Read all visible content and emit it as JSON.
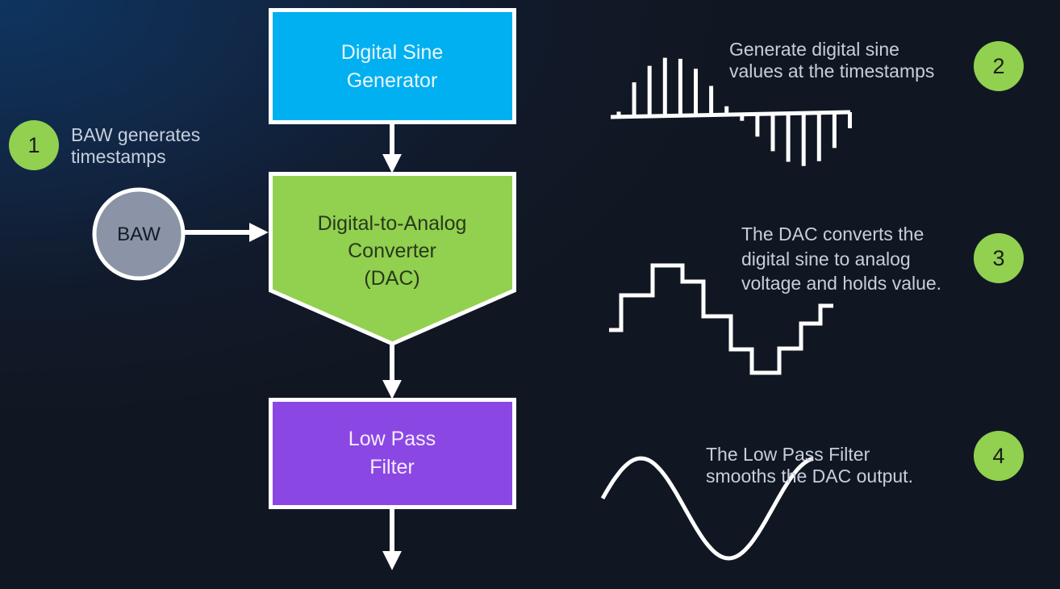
{
  "colors": {
    "sine_generator": "#00b0f0",
    "dac": "#92d050",
    "low_pass_filter": "#8b47e3",
    "baw": "#8a94a6",
    "badge": "#92d050",
    "stroke": "#ffffff"
  },
  "blocks": {
    "sine_generator": "Digital Sine\nGenerator",
    "dac": "Digital-to-Analog\nConverter\n(DAC)",
    "low_pass_filter": "Low Pass\nFilter",
    "baw": "BAW"
  },
  "steps": [
    {
      "number": "1",
      "caption": "BAW generates\ntimestamps"
    },
    {
      "number": "2",
      "caption": "Generate digital sine\nvalues at the timestamps"
    },
    {
      "number": "3",
      "caption": "The DAC converts the\ndigital sine to analog\nvoltage  and holds value."
    },
    {
      "number": "4",
      "caption": "The Low Pass Filter\nsmooths the DAC output."
    }
  ],
  "signals": {
    "sampled_values": [
      0.08,
      0.53,
      0.78,
      0.9,
      0.88,
      0.72,
      0.45,
      0.13,
      -0.1,
      -0.35,
      -0.58,
      -0.75,
      -0.82,
      -0.75,
      -0.55,
      -0.25
    ],
    "stair_levels": [
      0,
      2,
      4,
      3,
      1,
      -1,
      -3,
      -1,
      1,
      2
    ]
  }
}
